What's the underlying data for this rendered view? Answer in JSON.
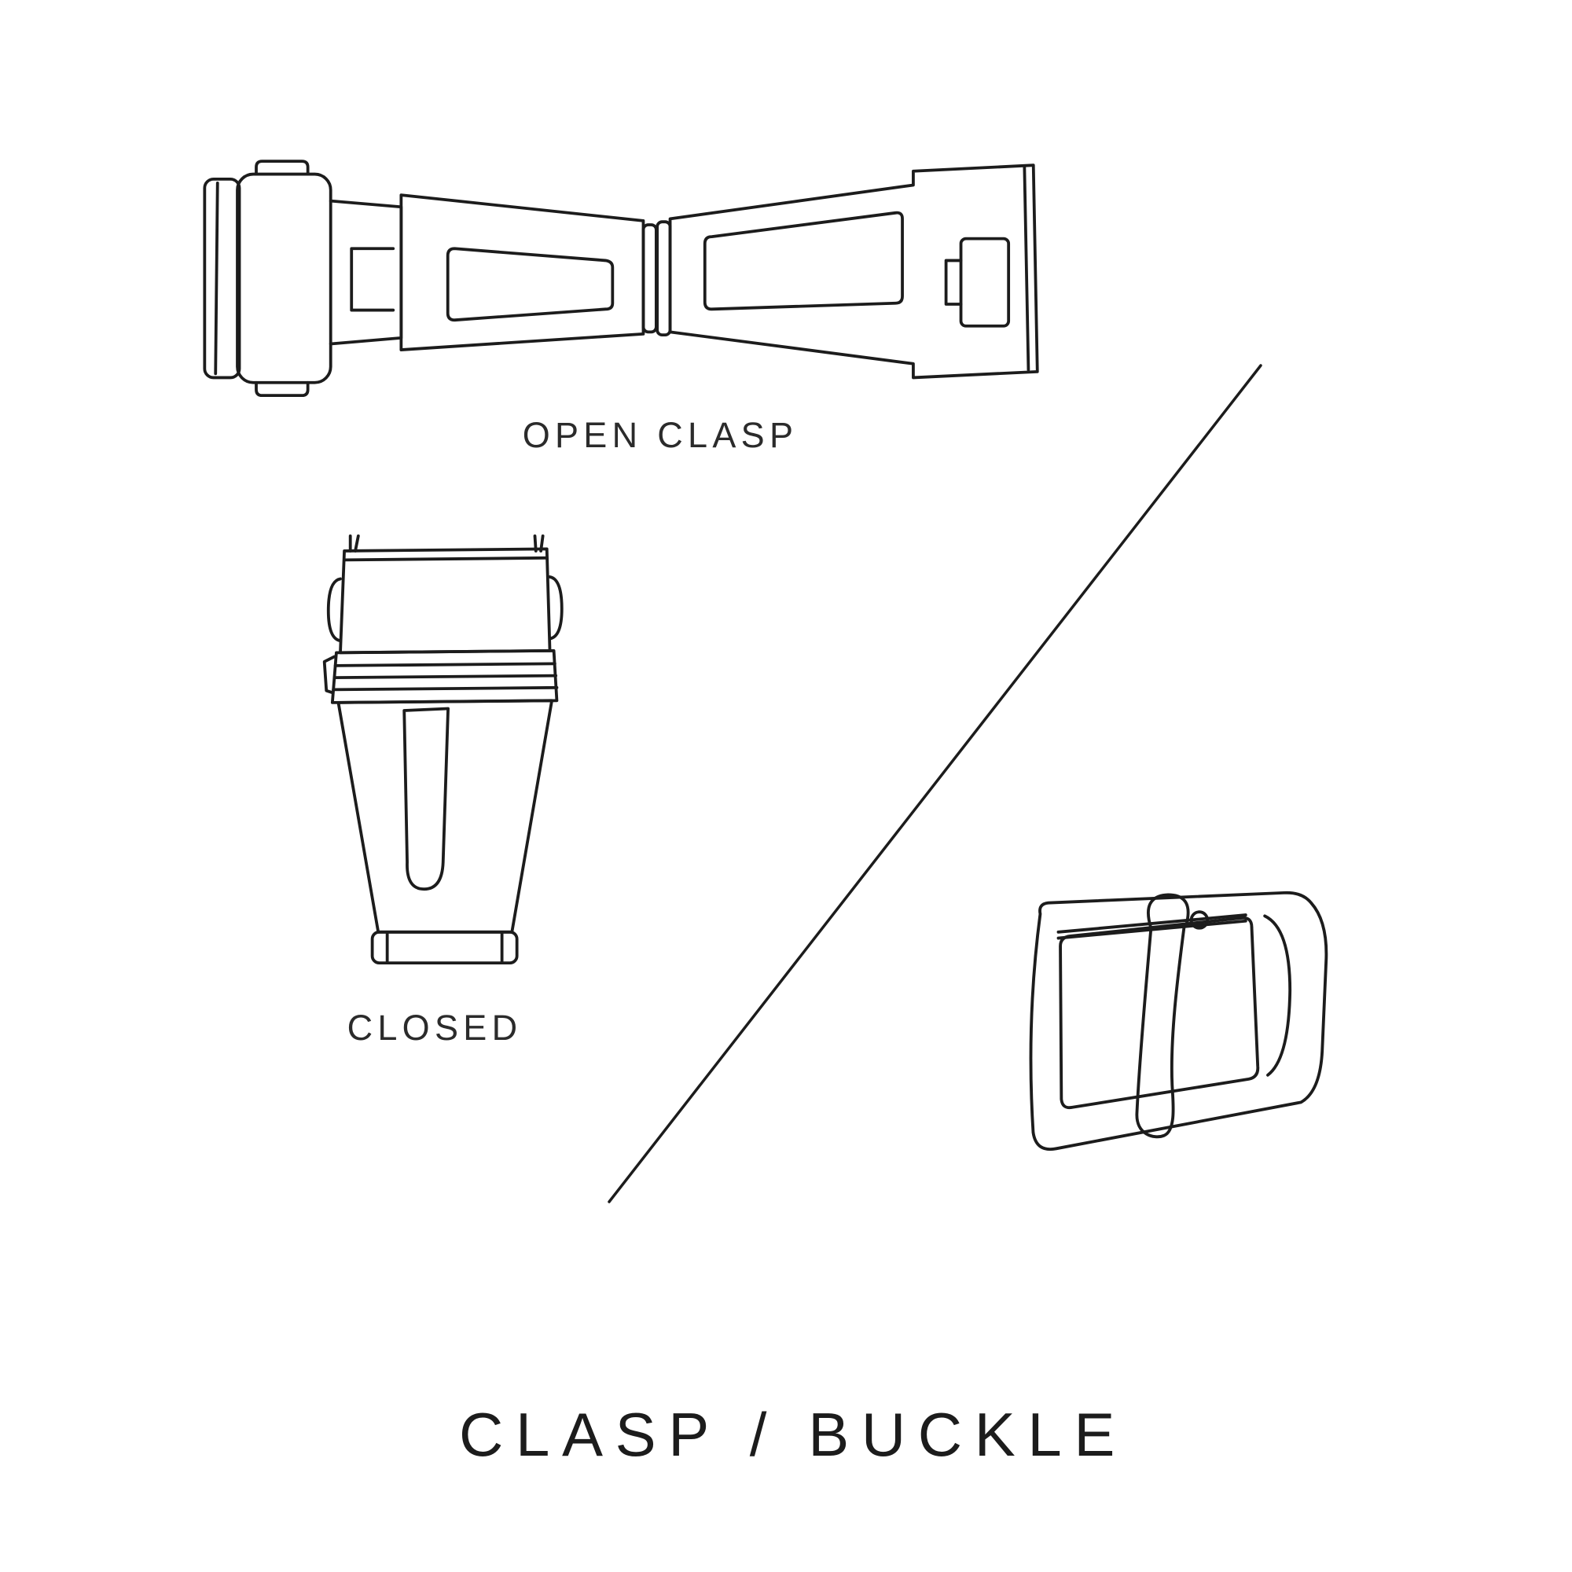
{
  "diagram": {
    "title": "CLASP / BUCKLE",
    "open_clasp_label": "OPEN CLASP",
    "closed_label": "CLOSED",
    "colors": {
      "ink": "#1c1c1c",
      "background": "#ffffff"
    },
    "illustrations": [
      {
        "name": "open-clasp-illustration",
        "description_label": "OPEN CLASP"
      },
      {
        "name": "closed-clasp-illustration",
        "description_label": "CLOSED"
      },
      {
        "name": "tang-buckle-illustration",
        "description_label": ""
      }
    ]
  }
}
